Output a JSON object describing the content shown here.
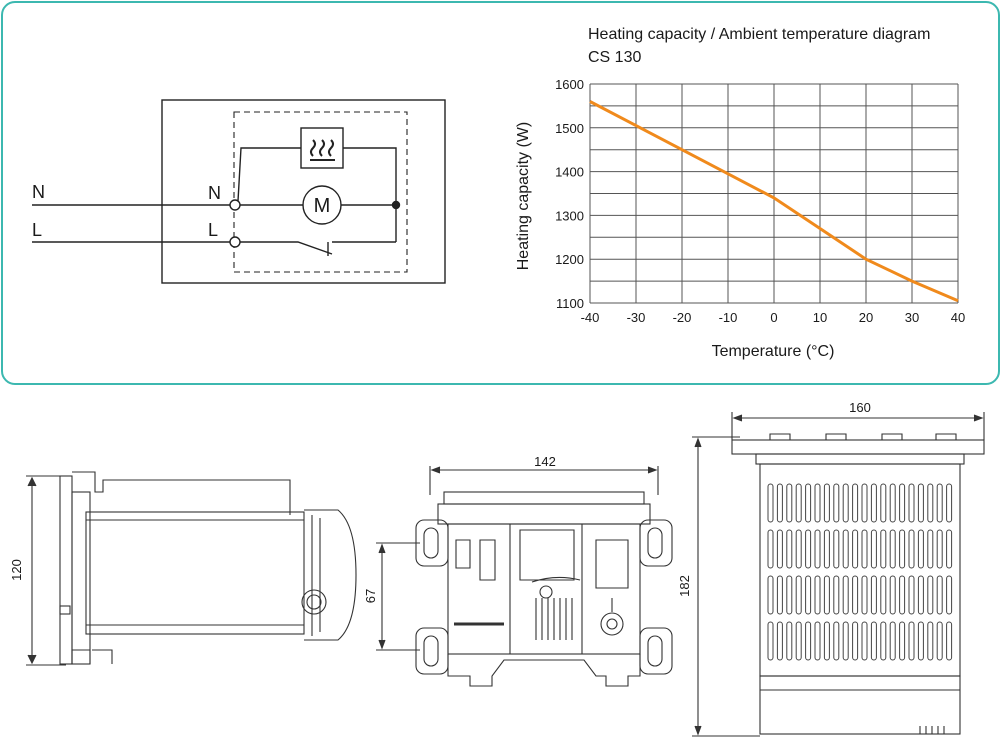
{
  "wiring": {
    "n_left": "N",
    "l_left": "L",
    "n_right": "N",
    "l_right": "L",
    "motor": "M"
  },
  "chart_data": {
    "type": "line",
    "title": "Heating capacity / Ambient temperature diagram",
    "subtitle": "CS 130",
    "xlabel": "Temperature (°C)",
    "ylabel": "Heating capacity (W)",
    "xlim": [
      -40,
      40
    ],
    "ylim": [
      1100,
      1600
    ],
    "xticks": [
      "-40",
      "-30",
      "-20",
      "-10",
      "0",
      "10",
      "20",
      "30",
      "40"
    ],
    "yticks": [
      "1100",
      "1200",
      "1300",
      "1400",
      "1500",
      "1600"
    ],
    "grid": true,
    "color": "#f08a1c",
    "series": [
      {
        "x": [
          -40,
          -30,
          -20,
          -10,
          0,
          10,
          20,
          30,
          40
        ],
        "y": [
          1560,
          1505,
          1450,
          1395,
          1340,
          1270,
          1200,
          1150,
          1105
        ]
      }
    ]
  },
  "dimensions": {
    "side_height": "120",
    "front_width": "142",
    "front_height": "67",
    "top_width": "160",
    "top_height": "182"
  }
}
